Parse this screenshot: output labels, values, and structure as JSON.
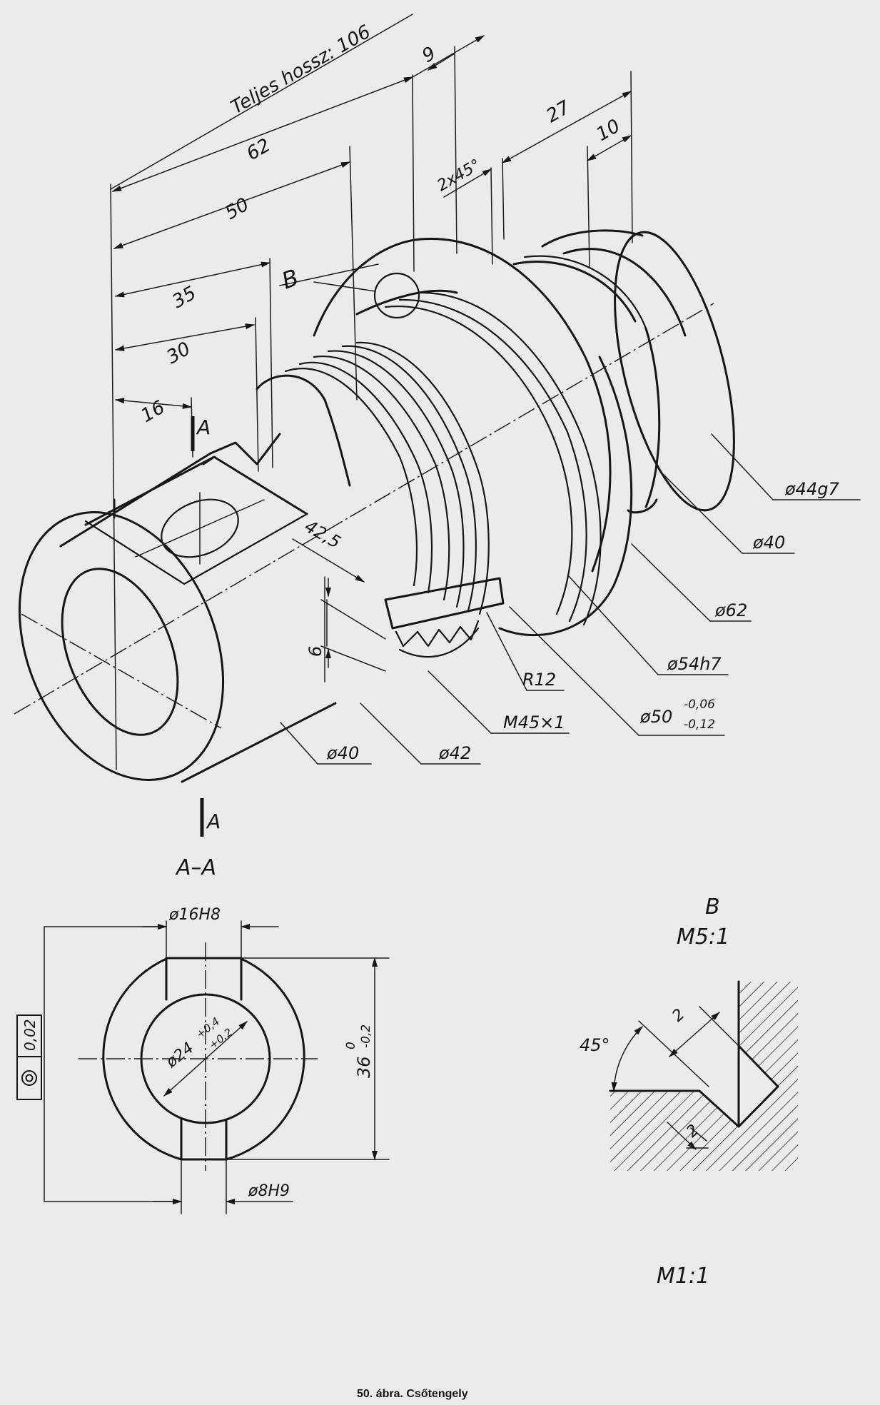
{
  "iso_view": {
    "total_length": "Teljes hossz: 106",
    "dims": [
      "62",
      "50",
      "35",
      "30",
      "16",
      "9",
      "2x45°",
      "27",
      "10",
      "42,5",
      "6"
    ],
    "detail_ref": "B",
    "section_mark": "A",
    "diameters": {
      "d44g7": "ø44g7",
      "d40_right": "ø40",
      "d62": "ø62",
      "d54h7": "ø54h7",
      "d50": "ø50",
      "d50_upper": "-0,06",
      "d50_lower": "-0,12",
      "r12": "R12",
      "m45": "M45×1",
      "d42": "ø42",
      "d40_left": "ø40"
    }
  },
  "section_view": {
    "title": "A–A",
    "d16": "ø16H8",
    "d24": "ø24",
    "d24_upper": "+0,4",
    "d24_lower": "+0,2",
    "d36": "36",
    "d36_upper": "0",
    "d36_lower": "-0,2",
    "d8": "ø8H9",
    "tolerance": "0,02"
  },
  "detail_view": {
    "title": "B",
    "scale": "M5:1",
    "angle": "45°",
    "dim_top": "2",
    "dim_bottom": "2"
  },
  "main_scale": "M1:1",
  "caption": "50. ábra. Csőtengely"
}
